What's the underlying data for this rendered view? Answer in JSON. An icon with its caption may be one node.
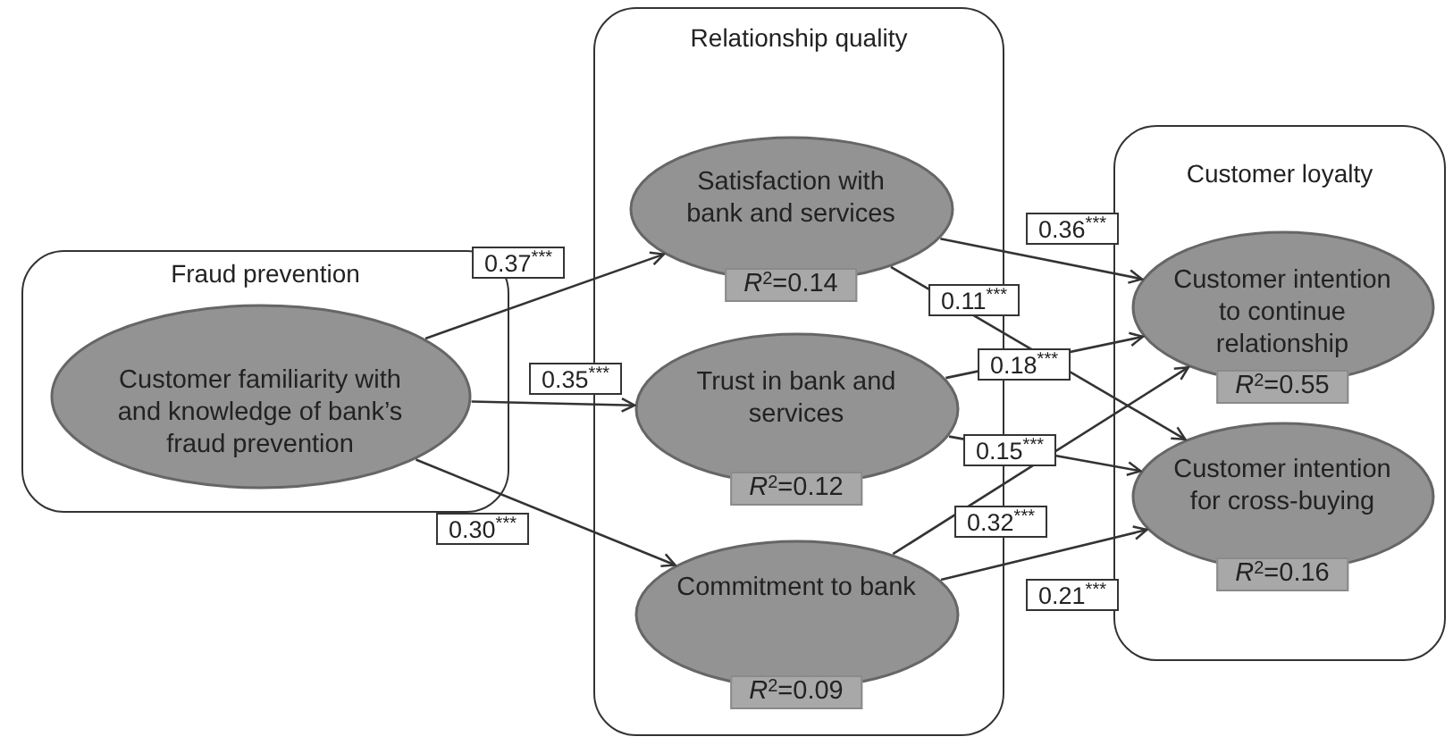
{
  "diagram": {
    "nodes": [
      {
        "text": [
          "Fraud prevention"
        ]
      },
      {
        "text": [
          "Customer familiarity with and knowledge of bank’s fraud prevention"
        ],
        "in": 0
      },
      {
        "text": [
          "Relationship quality"
        ]
      },
      {
        "text": [
          "Satisfaction with bank and services",
          "*R*$^{2}$=0.14"
        ],
        "in": 2
      },
      {
        "text": [
          "Trust in bank and services",
          "*R*$^{2}$=0.12"
        ],
        "in": 2
      },
      {
        "text": [
          "Commitment to bank",
          "*R*$^{2}$=0.09"
        ],
        "in": 2
      },
      {
        "text": [
          "Customer loyalty"
        ]
      },
      {
        "text": [
          "Customer intention to continue relationship",
          "*R*$^{2}$=0.55"
        ],
        "in": 6
      },
      {
        "text": [
          "Customer intention for cross-buying",
          "*R*$^{2}$=0.16"
        ],
        "in": 6
      }
    ],
    "edges": [
      {
        "from": 1,
        "to": 3,
        "arrow": "to",
        "label": "0.37$^{***}$"
      },
      {
        "from": 1,
        "to": 4,
        "arrow": "to",
        "label": "0.35$^{***}$"
      },
      {
        "from": 1,
        "to": 5,
        "arrow": "to",
        "label": "0.30$^{***}$"
      },
      {
        "from": 3,
        "to": 7,
        "arrow": "to",
        "label": "0.36$^{***}$"
      },
      {
        "from": 3,
        "to": 8,
        "arrow": "to",
        "label": "0.11$^{***}$"
      },
      {
        "from": 4,
        "to": 7,
        "arrow": "to",
        "label": "0.18$^{***}$"
      },
      {
        "from": 4,
        "to": 8,
        "arrow": "to",
        "label": "0.15$^{***}$"
      },
      {
        "from": 5,
        "to": 7,
        "arrow": "to",
        "label": "0.32$^{***}$"
      },
      {
        "from": 5,
        "to": 8,
        "arrow": "to",
        "label": "0.21$^{***}$"
      }
    ]
  }
}
